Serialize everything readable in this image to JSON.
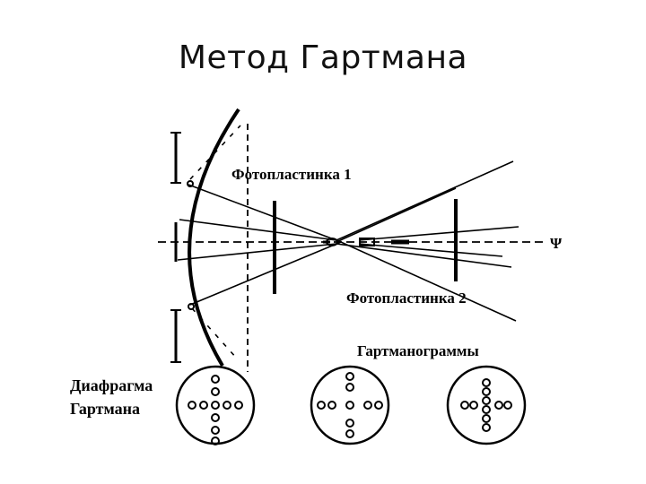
{
  "slide": {
    "title": "Метод Гартмана"
  },
  "diagram": {
    "labels": {
      "plate1": "Фотопластинка 1",
      "plate2": "Фотопластинка 2",
      "hartmanograms": "Гартманограммы",
      "diaphragm_line1": "Диафрагма",
      "diaphragm_line2": "Гартмана",
      "axis_symbol": "Ψ"
    }
  }
}
